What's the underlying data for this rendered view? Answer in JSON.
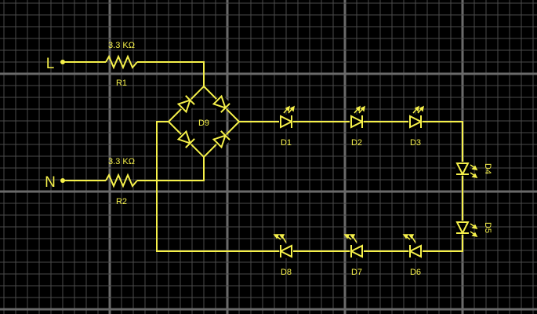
{
  "colors": {
    "background": "#000000",
    "wire": "#f5f04a",
    "grid_minor": "#4a4a4a",
    "grid_major": "#6a6a6a"
  },
  "terminals": {
    "line": "L",
    "neutral": "N"
  },
  "resistors": [
    {
      "ref": "R1",
      "value": "3.3 KΩ"
    },
    {
      "ref": "R2",
      "value": "3.3 KΩ"
    }
  ],
  "bridge": {
    "ref": "D9"
  },
  "leds": [
    "D1",
    "D2",
    "D3",
    "D4",
    "D5",
    "D6",
    "D7",
    "D8"
  ]
}
